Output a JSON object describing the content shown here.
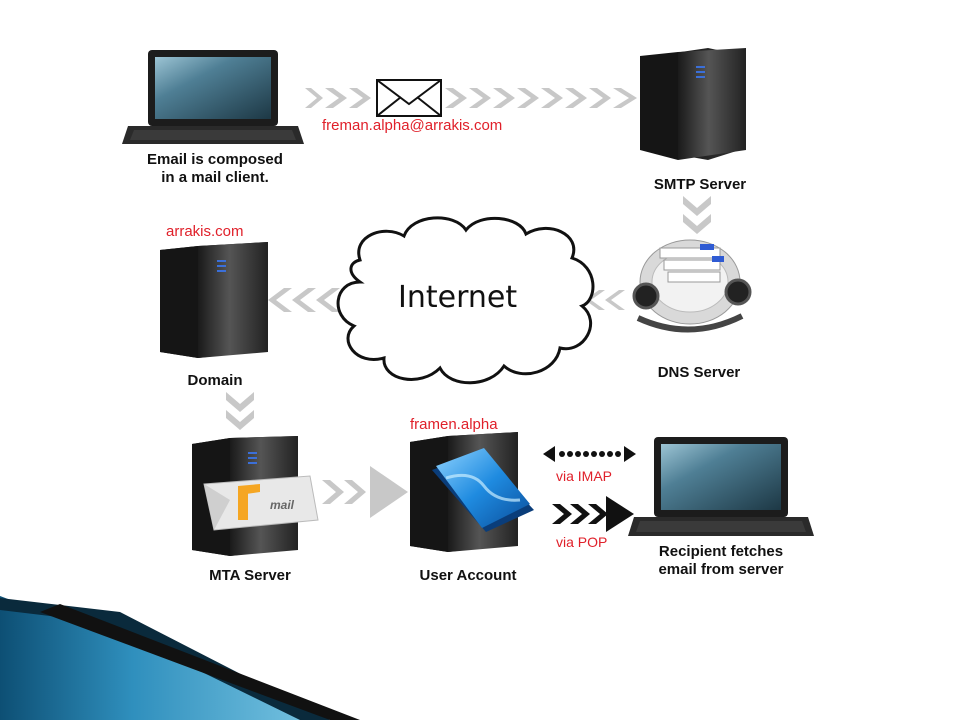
{
  "labels": {
    "composed": "Email is composed\nin a mail client.",
    "smtp": "SMTP Server",
    "domain": "Domain",
    "dns": "DNS Server",
    "internet": "Internet",
    "mta": "MTA Server",
    "user_account": "User Account",
    "recipient": "Recipient fetches\nemail from server",
    "mail_tag": "mail"
  },
  "red_labels": {
    "email_address": "freman.alpha@arrakis.com",
    "domain_name": "arrakis.com",
    "account_name": "framen.alpha",
    "via_imap": "via IMAP",
    "via_pop": "via POP"
  },
  "colors": {
    "accent_red": "#e0202a",
    "arrow_gray": "#c8c8c8",
    "server_dark": "#2b2b2b",
    "screen_blue": "#3e6f86",
    "banner_blue": "#1d6a8f"
  }
}
